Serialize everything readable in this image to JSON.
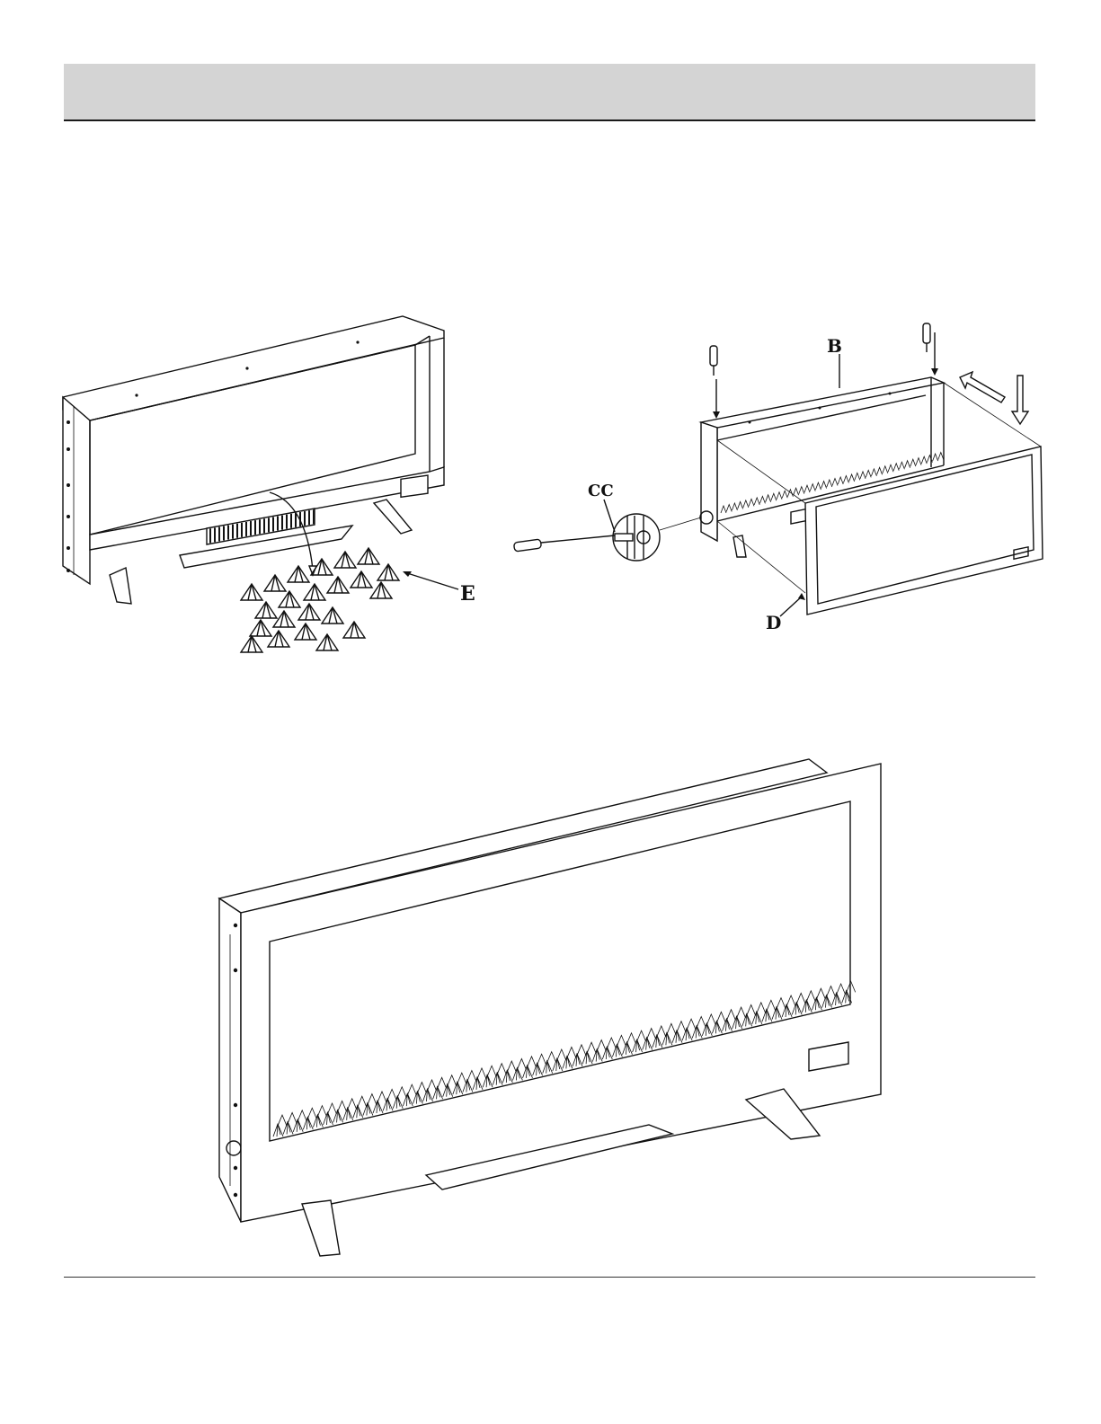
{
  "labels": {
    "part_e": "E",
    "part_b": "B",
    "part_cc": "CC",
    "part_d": "D"
  },
  "colors": {
    "header_band": "#d4d4d4",
    "line": "#111111"
  }
}
